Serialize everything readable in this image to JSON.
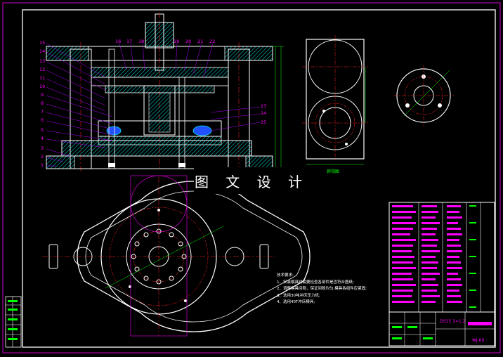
{
  "watermark": "图 文 设 计",
  "section_view": {
    "part_numbers_left": [
      "15",
      "14",
      "13",
      "12",
      "11",
      "10",
      "9",
      "8",
      "7",
      "6",
      "5",
      "4",
      "3",
      "2",
      "1"
    ],
    "part_numbers_top": [
      "16",
      "17",
      "18",
      "19",
      "20",
      "21",
      "22"
    ],
    "part_numbers_right": [
      "23",
      "24",
      "25"
    ]
  },
  "side_view": {
    "caption": "俯视图"
  },
  "technical_notes": {
    "title": "技术要求:",
    "items": [
      "1、安装模具时需要检查各部件是否符合图纸;",
      "2、调整模具间隙，保证间隙均匀,模具各组件应紧固;",
      "3、选用30吨冲床压力机;",
      "4、选用40T冲床模具;"
    ]
  },
  "title_block": {
    "scale_label": "DS15 1=1.2",
    "drawing_number": "WJ-00"
  },
  "colors": {
    "background": "#000000",
    "outline": "#ffffff",
    "centerline": "#ff2020",
    "hatch": "#00e8e8",
    "frame": "#d000d0",
    "dim": "#00ff00",
    "leader": "#b000ff",
    "label": "#ff00ff"
  }
}
